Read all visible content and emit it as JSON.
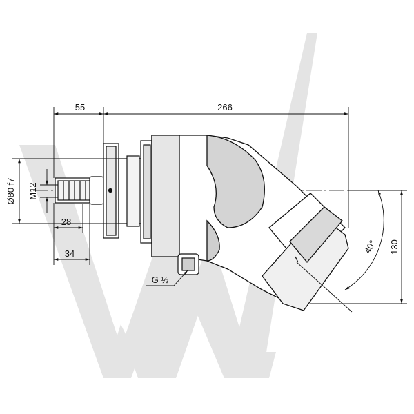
{
  "dimensions": {
    "shaft_offset": "55",
    "overall_length": "266",
    "flange_diameter": "Ø80 f7",
    "thread": "M12",
    "shaft_length": "28",
    "key_length": "34",
    "port_thread": "G ½",
    "tilt_angle": "40°",
    "height": "130"
  },
  "colors": {
    "line": "#111111",
    "watermark": "#e6e6e6",
    "body_light": "#ffffff",
    "body_shade": "#cfcfcf"
  },
  "icons": {
    "watermark": "hw-logo-watermark"
  }
}
